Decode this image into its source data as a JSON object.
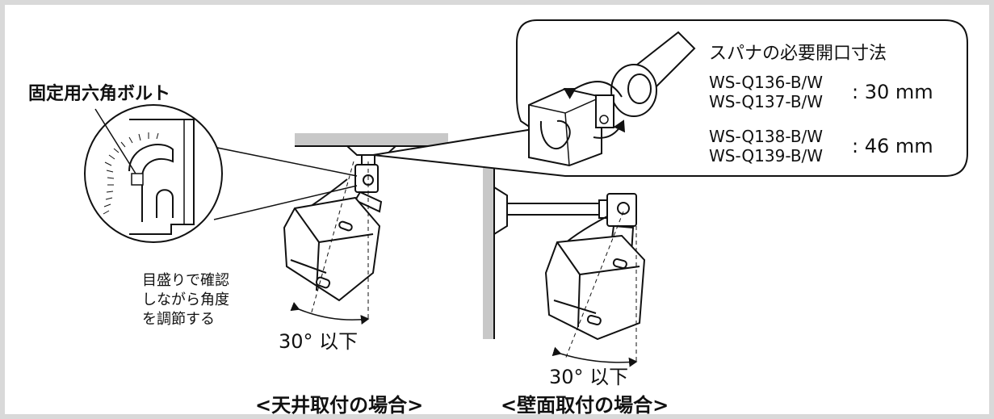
{
  "labels": {
    "fixing_bolt": "固定用六角ボルト",
    "adjust_line1": "目盛りで確認",
    "adjust_line2": "しながら角度",
    "adjust_line3": "を調節する",
    "angle_left": "30° 以下",
    "angle_right": "30° 以下",
    "caption_ceiling": "<天井取付の場合>",
    "caption_wall": "<壁面取付の場合>"
  },
  "callout": {
    "heading": "スパナの必要開口寸法",
    "model_a1": "WS-Q136-B/W",
    "model_a2": "WS-Q137-B/W",
    "size_a": ": 30 mm",
    "model_b1": "WS-Q138-B/W",
    "model_b2": "WS-Q139-B/W",
    "size_b": ": 46 mm"
  },
  "colors": {
    "background": "#d9d9d9",
    "panel": "#ffffff",
    "line": "#111111",
    "surface": "#c8c8c8"
  }
}
